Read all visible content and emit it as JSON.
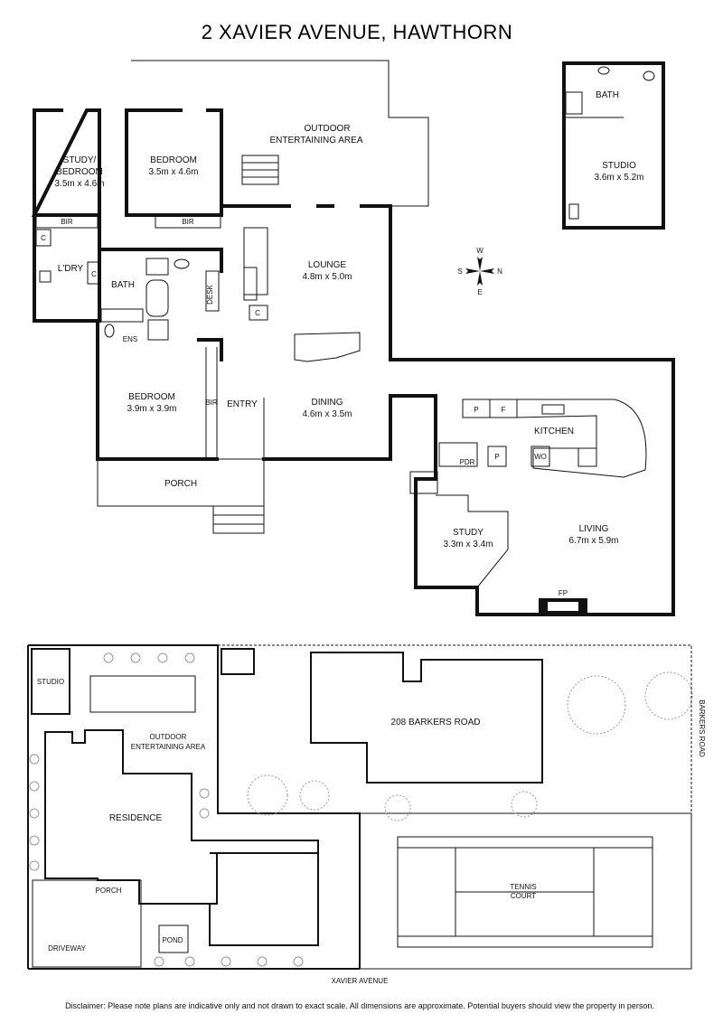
{
  "title": "2 XAVIER AVENUE, HAWTHORN",
  "rooms": {
    "outdoor_entertaining": [
      "OUTDOOR",
      "ENTERTAINING AREA"
    ],
    "study_bedroom": [
      "STUDY/",
      "BEDROOM",
      "3.5m x 4.6m"
    ],
    "bedroom_1": [
      "BEDROOM",
      "3.5m x 4.6m"
    ],
    "bir_1": "BIR",
    "bir_2": "BIR",
    "bir_3": "BIR",
    "c_1": "C",
    "c_2": "C",
    "c_3": "C",
    "laundry": "L'DRY",
    "bath": "BATH",
    "ens": "ENS",
    "desk": "DESK",
    "lounge": [
      "LOUNGE",
      "4.8m x 5.0m"
    ],
    "bedroom_2": [
      "BEDROOM",
      "3.9m x 3.9m"
    ],
    "entry": "ENTRY",
    "dining": [
      "DINING",
      "4.6m x 3.5m"
    ],
    "porch": "PORCH",
    "studio_bath": "BATH",
    "studio": [
      "STUDIO",
      "3.6m x 5.2m"
    ],
    "kitchen": "KITCHEN",
    "p_1": "P",
    "f": "F",
    "p_2": "P",
    "wo": "WO",
    "pdr": "PDR",
    "study_2": [
      "STUDY",
      "3.3m x 3.4m"
    ],
    "living": [
      "LIVING",
      "6.7m x 5.9m"
    ],
    "fp": "FP"
  },
  "compass": {
    "n": "N",
    "s": "S",
    "e": "E",
    "w": "W"
  },
  "site": {
    "studio": "STUDIO",
    "outdoor": [
      "OUTDOOR",
      "ENTERTAINING AREA"
    ],
    "residence": "RESIDENCE",
    "neighbour": "208 BARKERS ROAD",
    "barkers_road": "BARKERS ROAD",
    "tennis": [
      "TENNIS",
      "COURT"
    ],
    "porch": "PORCH",
    "driveway": "DRIVEWAY",
    "pond": "POND",
    "xavier_avenue": "XAVIER AVENUE"
  },
  "disclaimer": "Disclaimer: Please note plans are indicative only and not drawn to exact scale. All dimensions are approximate. Potential buyers should view the property in person."
}
